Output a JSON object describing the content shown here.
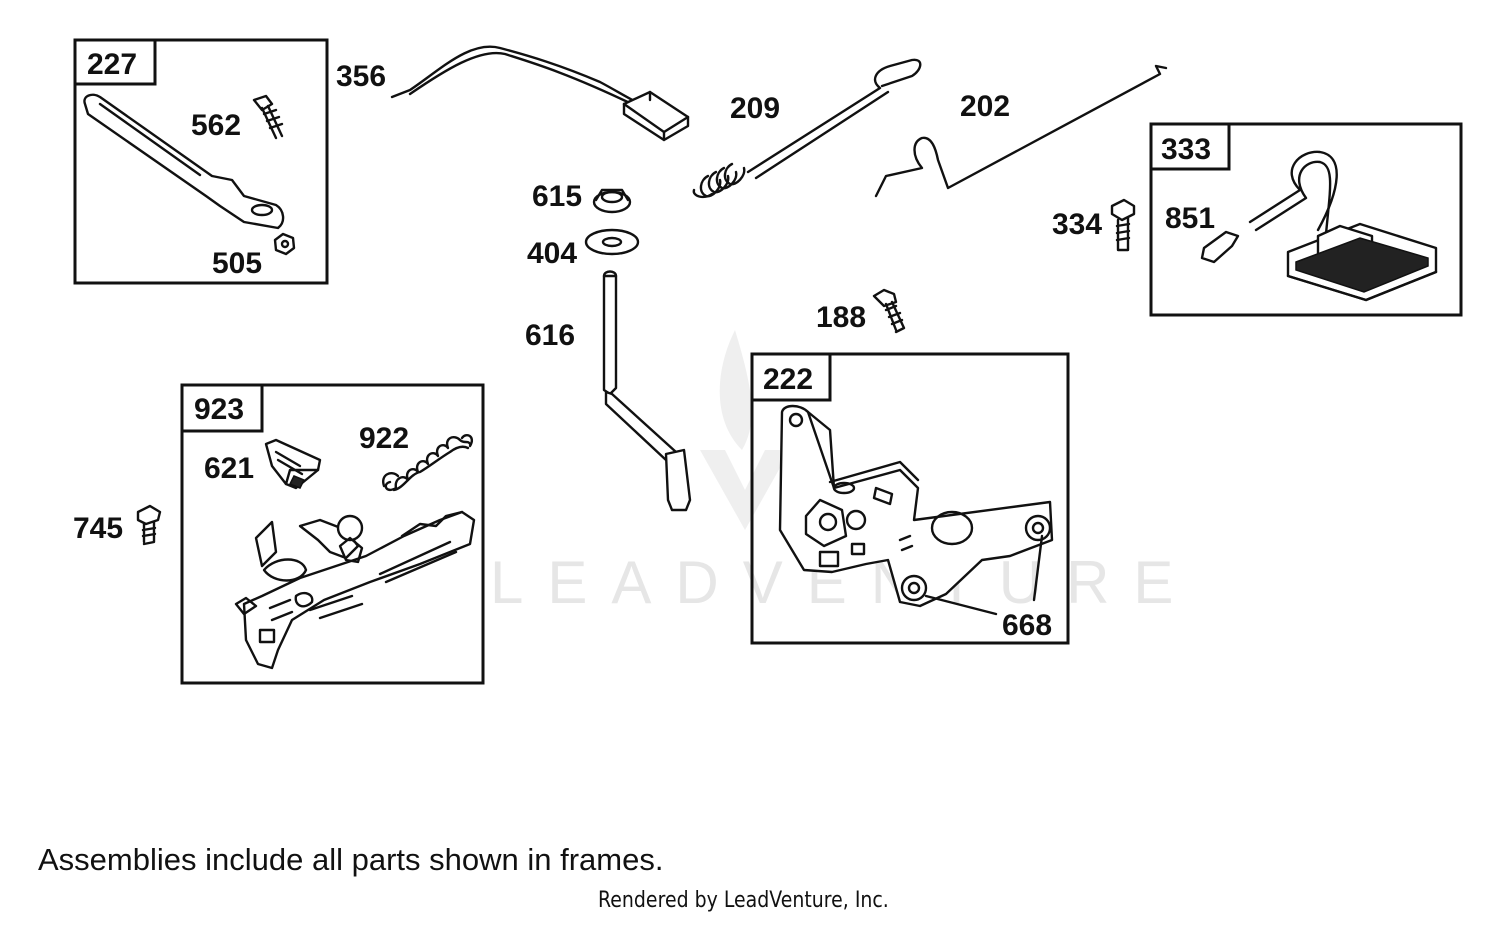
{
  "callouts": {
    "p227": "227",
    "p562": "562",
    "p505": "505",
    "p356": "356",
    "p209": "209",
    "p202": "202",
    "p333": "333",
    "p334": "334",
    "p851": "851",
    "p615": "615",
    "p404": "404",
    "p616": "616",
    "p188": "188",
    "p222": "222",
    "p668": "668",
    "p923": "923",
    "p621": "621",
    "p922": "922",
    "p745": "745"
  },
  "watermark": "LEADVENTURE",
  "footer": {
    "note": "Assemblies include all parts shown in frames.",
    "credit": "Rendered by LeadVenture, Inc."
  },
  "colors": {
    "ink": "#111111",
    "watermark": "#e6e6e6",
    "background": "#ffffff"
  }
}
